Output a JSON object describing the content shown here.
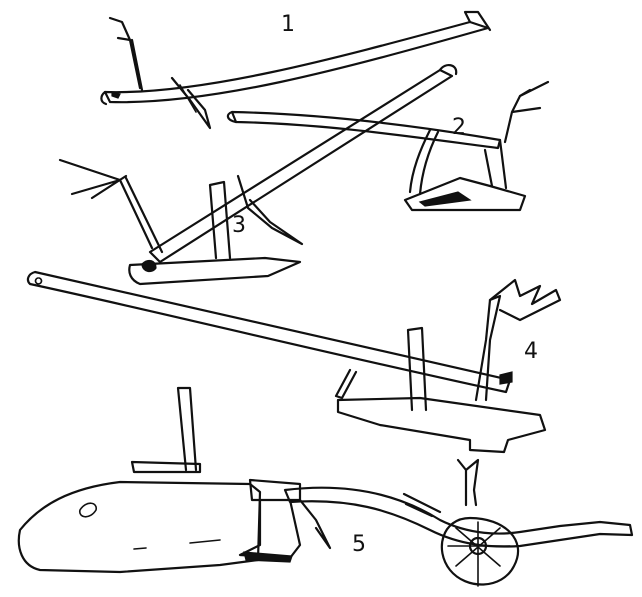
{
  "figure_labels": [
    "1",
    "2",
    "3",
    "4",
    "5"
  ]
}
